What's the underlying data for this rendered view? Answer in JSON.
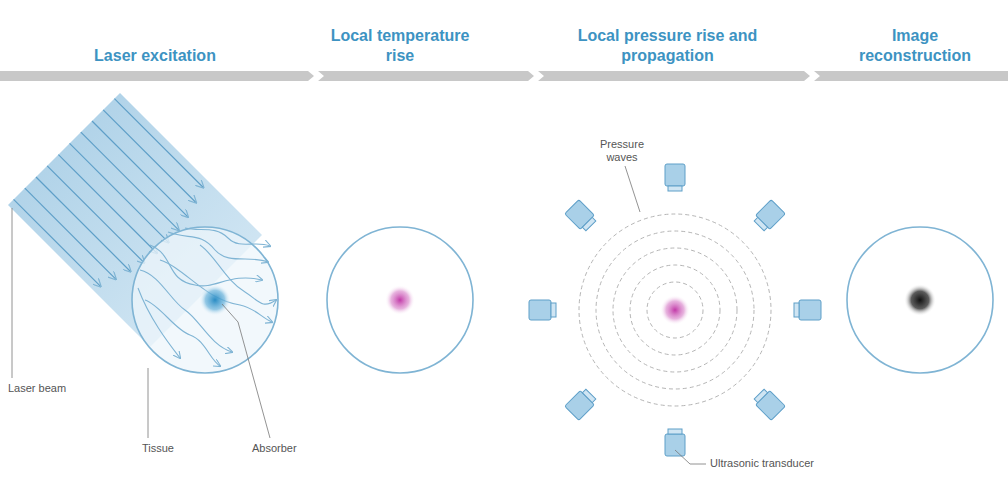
{
  "diagram": {
    "labels": [
      "Laser excitation",
      "Local temperature rise",
      "Local pressure rise and propagation",
      "Image reconstruction",
      "Laser beam",
      "Tissue",
      "Absorber",
      "Pressure waves",
      "Ultrasonic transducer"
    ]
  }
}
